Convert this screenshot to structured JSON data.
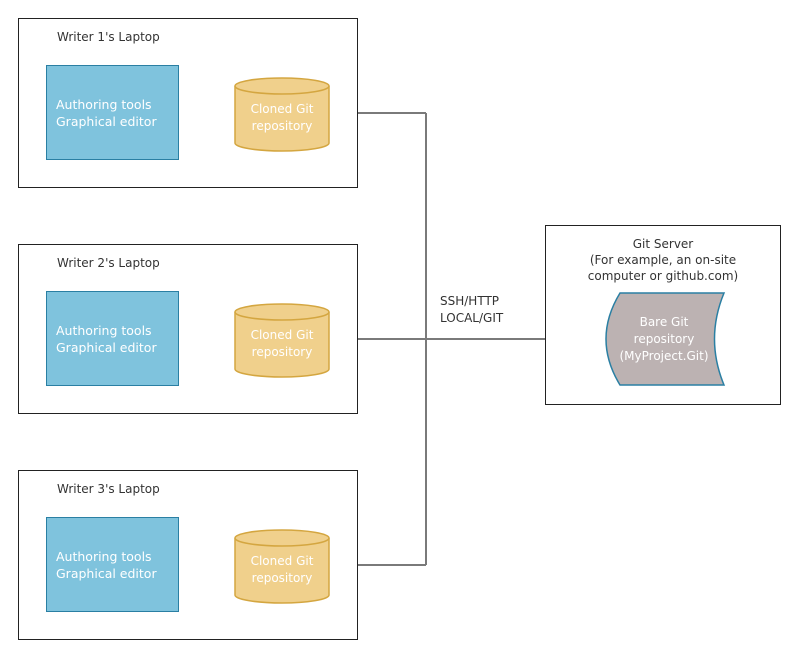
{
  "laptops": [
    {
      "title": "Writer 1's Laptop",
      "tools_line1": "Authoring tools",
      "tools_line2": "Graphical editor",
      "repo_line1": "Cloned Git",
      "repo_line2": "repository"
    },
    {
      "title": "Writer 2's Laptop",
      "tools_line1": "Authoring tools",
      "tools_line2": "Graphical editor",
      "repo_line1": "Cloned Git",
      "repo_line2": "repository"
    },
    {
      "title": "Writer 3's Laptop",
      "tools_line1": "Authoring tools",
      "tools_line2": "Graphical editor",
      "repo_line1": "Cloned Git",
      "repo_line2": "repository"
    }
  ],
  "server": {
    "title_line1": "Git Server",
    "title_line2": "(For example, an on-site",
    "title_line3": "computer or github.com)",
    "bare_line1": "Bare Git",
    "bare_line2": "repository",
    "bare_line3": "(MyProject.Git)"
  },
  "connection": {
    "protocol_line1": "SSH/HTTP",
    "protocol_line2": "LOCAL/GIT"
  },
  "colors": {
    "tools_fill": "#7fc3dd",
    "tools_border": "#2a7fa3",
    "repo_fill": "#f0d08c",
    "repo_border": "#d4a640",
    "bare_repo_fill": "#bcb2b2",
    "bare_repo_border": "#2a7fa3",
    "connector": "#7a7a7a"
  }
}
